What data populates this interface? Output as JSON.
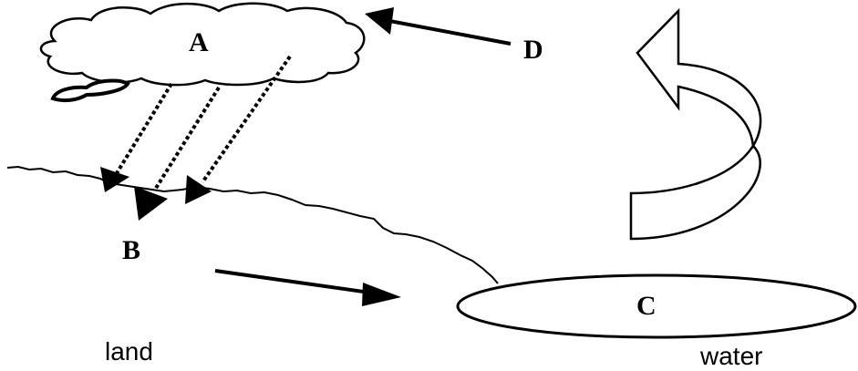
{
  "labels": {
    "a": "A",
    "b": "B",
    "c": "C",
    "d": "D",
    "land": "land",
    "water": "water"
  },
  "colors": {
    "ink": "#000000",
    "background": "#ffffff"
  },
  "icons": {
    "cloud": "cloud-icon",
    "rain": "rain-arrow-icon",
    "runoff": "runoff-arrow-icon",
    "evaporation": "curved-arrow-icon"
  }
}
